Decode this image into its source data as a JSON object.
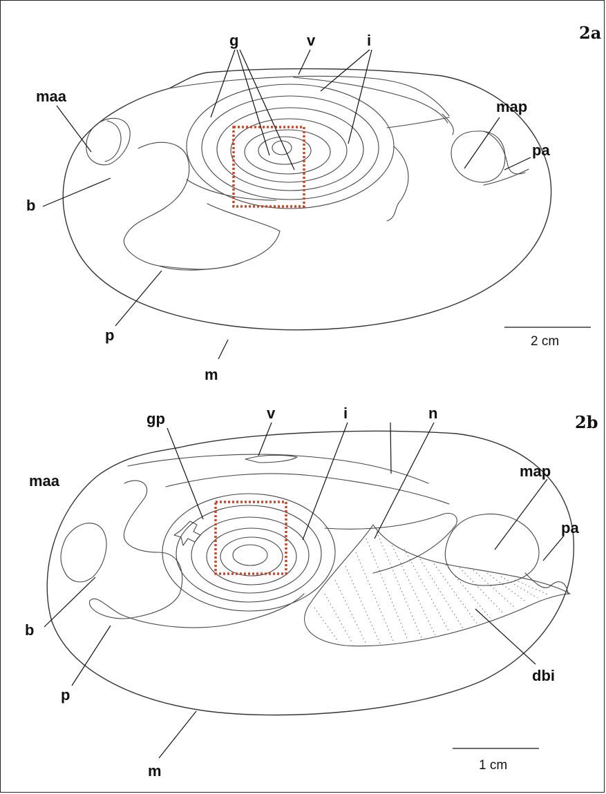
{
  "panels": {
    "a": {
      "id": "2a",
      "labels": {
        "g": "g",
        "v": "v",
        "i": "i",
        "maa": "maa",
        "map": "map",
        "pa": "pa",
        "b": "b",
        "p": "p",
        "m": "m"
      },
      "scale_bar": "2 cm"
    },
    "b": {
      "id": "2b",
      "labels": {
        "gp": "gp",
        "v": "v",
        "i": "i",
        "n": "n",
        "maa": "maa",
        "map": "map",
        "pa": "pa",
        "b": "b",
        "p": "p",
        "dbi": "dbi",
        "m": "m"
      },
      "scale_bar": "1 cm"
    }
  },
  "colors": {
    "line": "#333333",
    "highlight_box": "#d6401f"
  }
}
